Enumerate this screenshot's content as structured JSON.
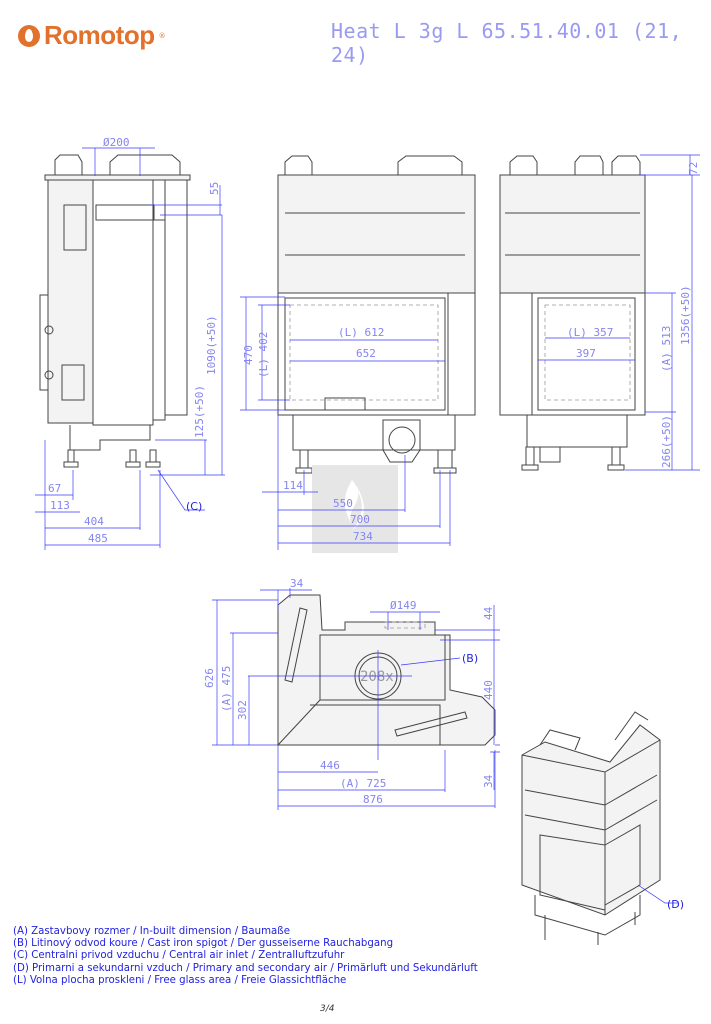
{
  "header": {
    "brand": "Romotop",
    "title": "Heat L 3g L 65.51.40.01 (21, 24)"
  },
  "side_view": {
    "flue_diameter": "Ø200",
    "d55": "55",
    "d1090": "1090(+50)",
    "d125": "125(+50)",
    "d67": "67",
    "d113": "113",
    "d404": "404",
    "d485": "485",
    "label_c": "(C)"
  },
  "front_view": {
    "d470": "470",
    "glass_h": "(L) 402",
    "glass_w": "(L) 612",
    "d652": "652",
    "d114": "114",
    "d550": "550",
    "d700": "700",
    "d734": "734"
  },
  "right_view": {
    "d72": "72",
    "glass_w": "(L) 357",
    "d397": "397",
    "inbuilt_513": "(A) 513",
    "d1356": "1356(+50)",
    "d266": "266(+50)"
  },
  "top_view": {
    "d34_top": "34",
    "spigot_diameter": "Ø149",
    "d44": "44",
    "label_b": "(B)",
    "d440": "440",
    "d34_side": "34",
    "d626": "626",
    "inbuilt_475": "(A) 475",
    "d302": "302",
    "d446": "446",
    "inbuilt_725": "(A) 725",
    "d876": "876",
    "spigot_mark": "208x"
  },
  "iso_view": {
    "label_d": "(D)"
  },
  "legend": [
    "(A)  Zastavbovy rozmer / In-built dimension / Baumaße",
    "(B)  Litinový odvod koure / Cast iron spigot / Der gusseiserne Rauchabgang",
    "(C)  Centralni privod vzduchu / Central air inlet / Zentralluftzufuhr",
    "(D)  Primarni a sekundarni vzduch / Primary and secondary air / Primärluft und Sekundärluft",
    "(L)  Volna plocha proskleni / Free glass area / Freie Glassichtfläche"
  ],
  "page": "3/4",
  "colors": {
    "brand": "#e2712b",
    "dimension": "#3a3aff",
    "legend": "#2222e0"
  }
}
